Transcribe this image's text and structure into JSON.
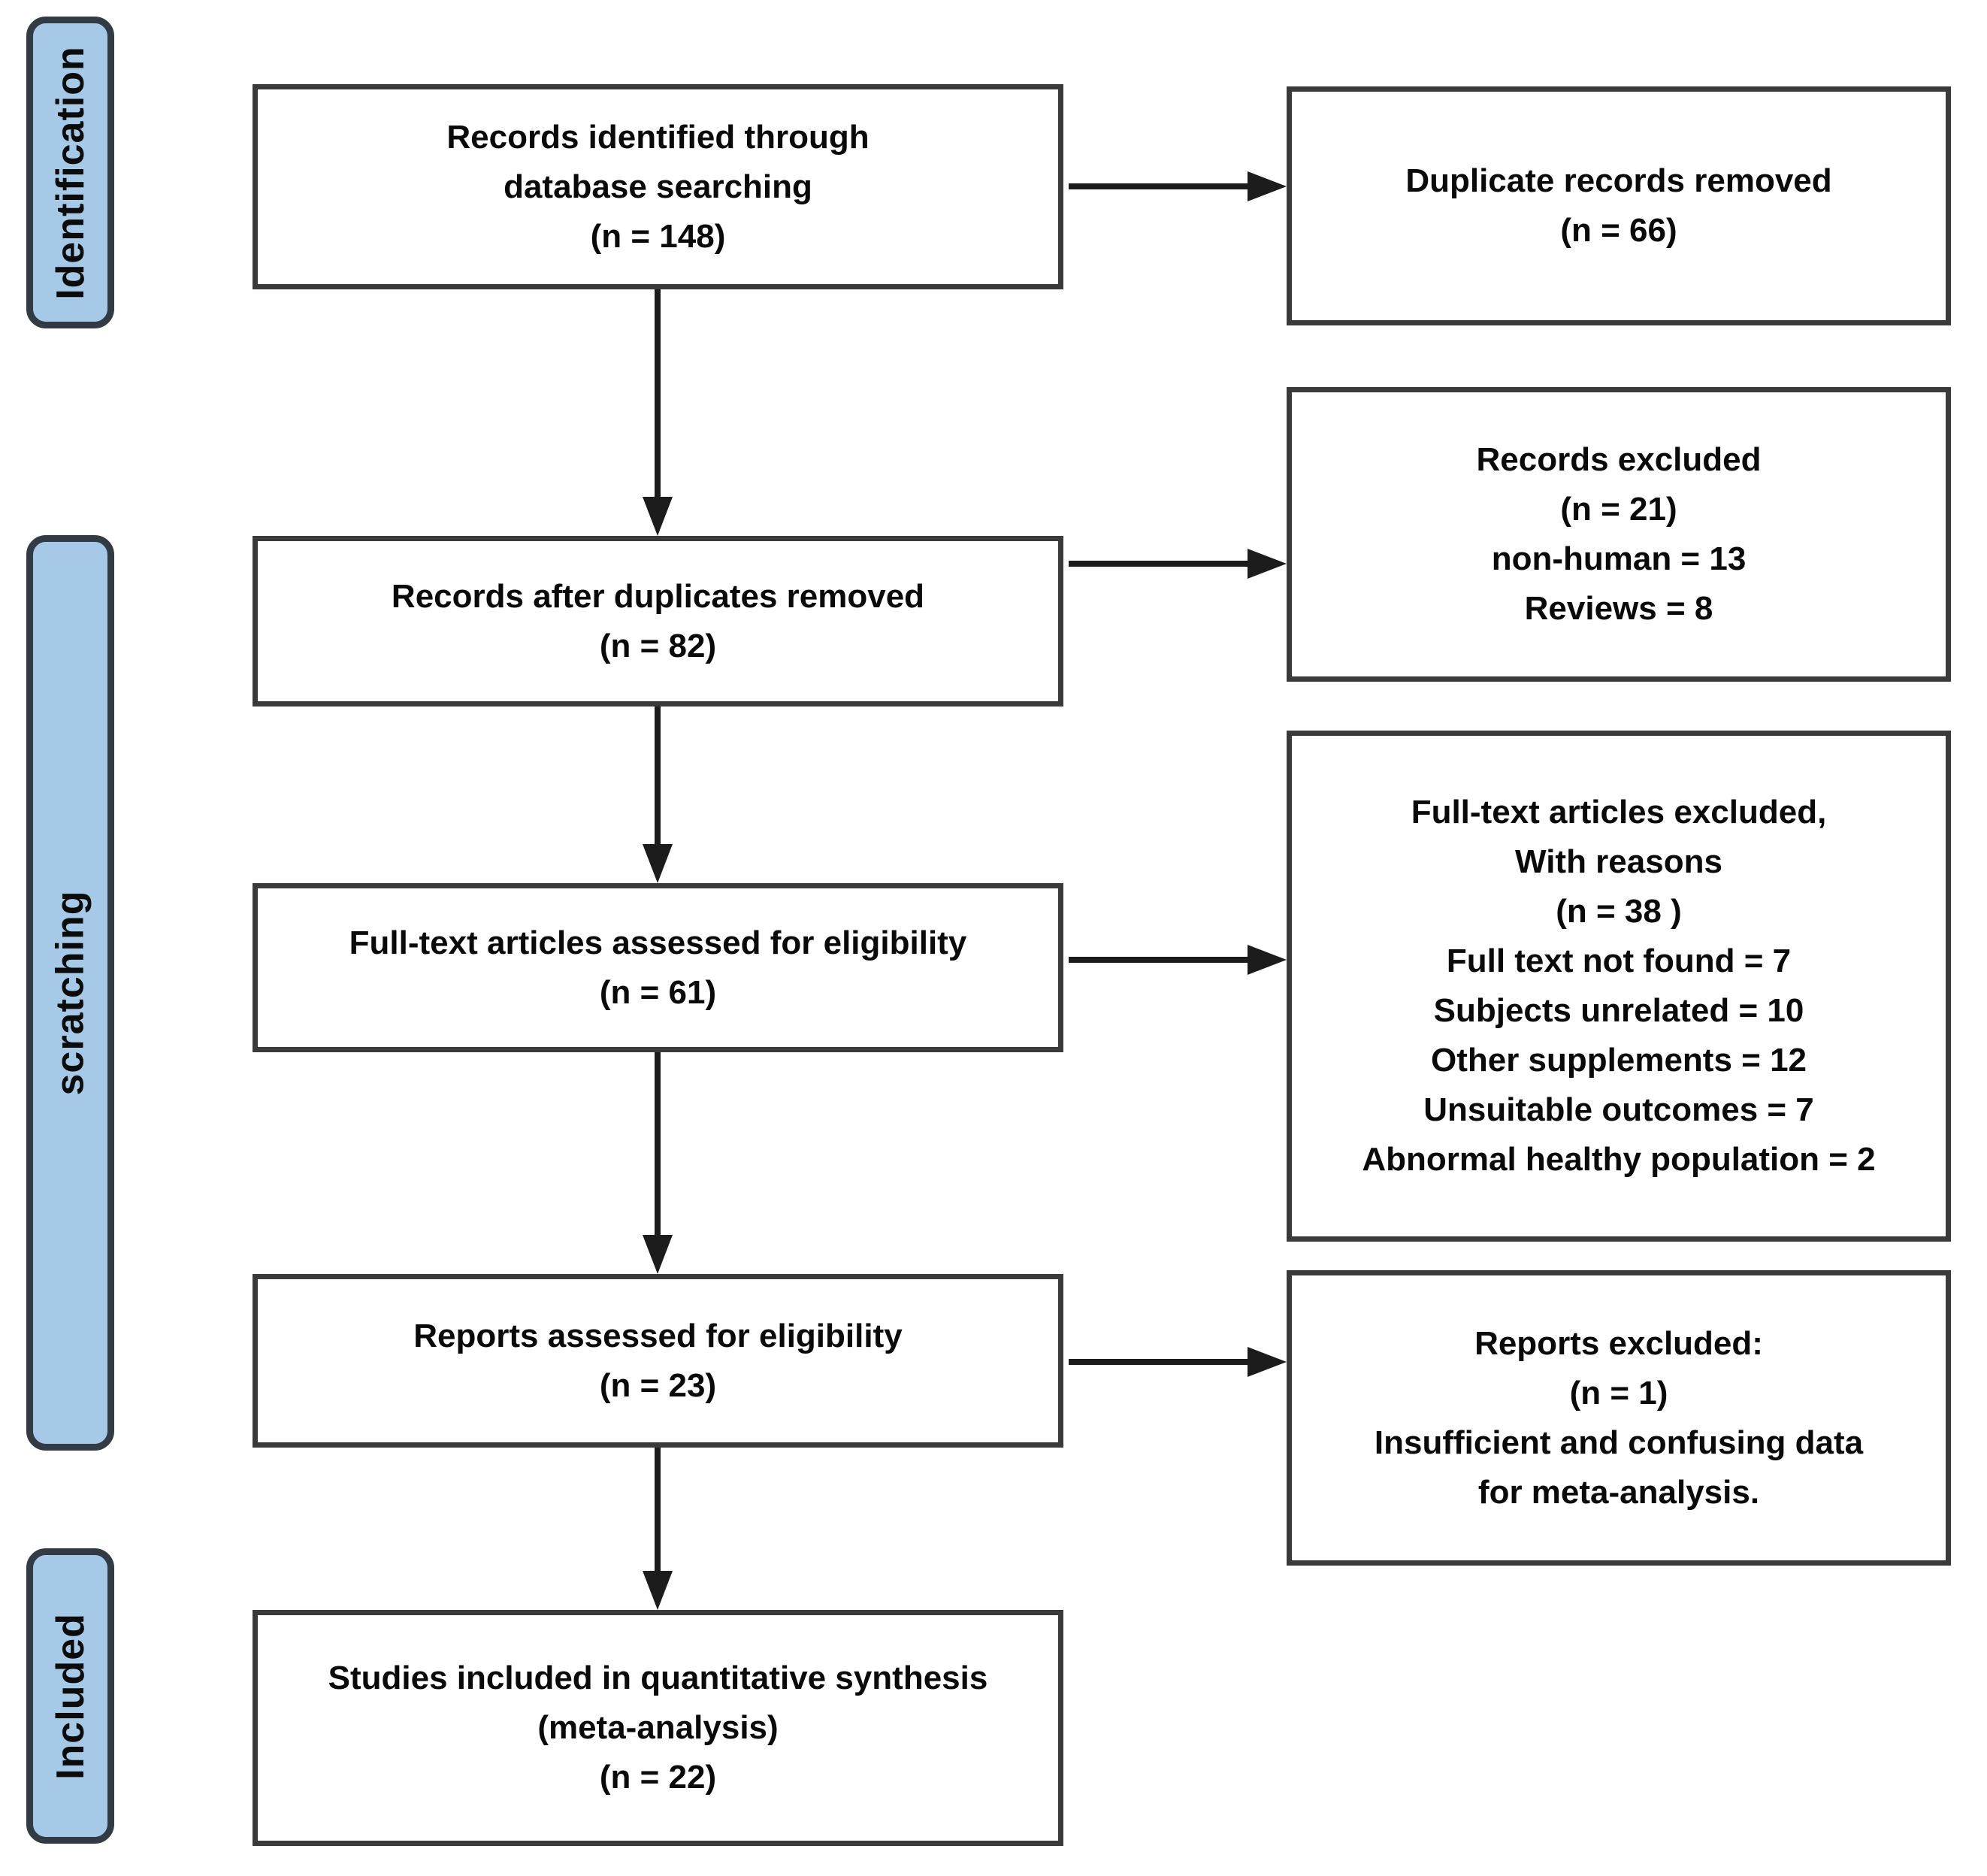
{
  "figure": {
    "type": "prisma-flow-diagram",
    "stages": [
      {
        "label": "Identification"
      },
      {
        "label": "scratching"
      },
      {
        "label": "Included"
      }
    ],
    "flow_boxes": [
      {
        "lines": [
          "Records identified through",
          "database searching",
          "(n = 148)"
        ]
      },
      {
        "lines": [
          "Records after duplicates removed",
          "(n = 82)"
        ]
      },
      {
        "lines": [
          "Full-text articles assessed for eligibility",
          "(n = 61)"
        ]
      },
      {
        "lines": [
          "Reports assessed for eligibility",
          "(n = 23)"
        ]
      },
      {
        "lines": [
          "Studies included in quantitative synthesis",
          "(meta-analysis)",
          "(n = 22)"
        ]
      }
    ],
    "exclusion_boxes": [
      {
        "lines": [
          "Duplicate records removed",
          "(n = 66)"
        ]
      },
      {
        "lines": [
          "Records excluded",
          "(n = 21)",
          "non-human = 13",
          "Reviews = 8"
        ]
      },
      {
        "lines": [
          "Full-text articles excluded,",
          "With reasons",
          "(n = 38 )",
          "Full text not found = 7",
          "Subjects unrelated = 10",
          "Other supplements = 12",
          "Unsuitable outcomes = 7",
          "Abnormal healthy population = 2"
        ]
      },
      {
        "lines": [
          "Reports excluded:",
          "(n = 1)",
          "Insufficient and confusing data",
          "for meta-analysis."
        ]
      }
    ]
  },
  "colors": {
    "stage_fill": "#a6c9e8",
    "stage_border": "#323a43",
    "box_border": "#3a3a3a",
    "arrow": "#1c1c1c",
    "text": "#0a0a0a",
    "background": "#ffffff"
  }
}
